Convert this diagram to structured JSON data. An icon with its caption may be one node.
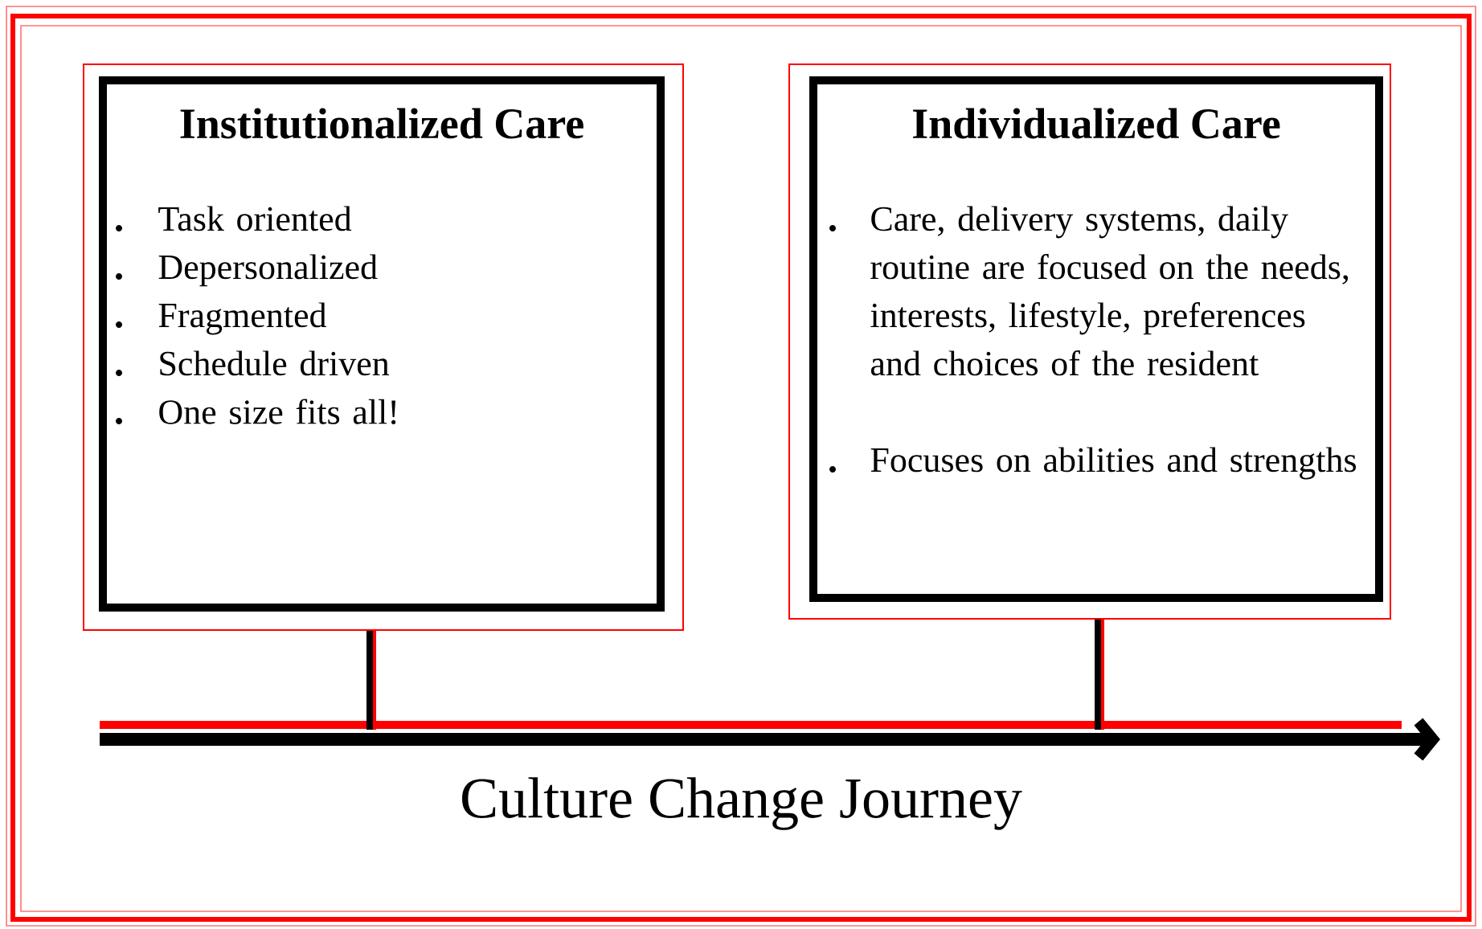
{
  "diagram": {
    "caption": "Culture Change Journey",
    "nodes": [
      {
        "text": [
          "Institutionalized Care",
          "Task oriented",
          "Depersonalized",
          "Fragmented",
          "Schedule driven",
          "One size fits all!"
        ]
      },
      {
        "text": [
          "Individualized  Care",
          "Care, delivery systems, daily routine are focused on the needs, interests, lifestyle, preferences and choices of the resident",
          "Focuses on abilities and strengths"
        ]
      }
    ],
    "edges": [
      {
        "from": 0,
        "to": null,
        "arrow": "none"
      },
      {
        "from": 1,
        "to": null,
        "arrow": "none"
      }
    ]
  }
}
